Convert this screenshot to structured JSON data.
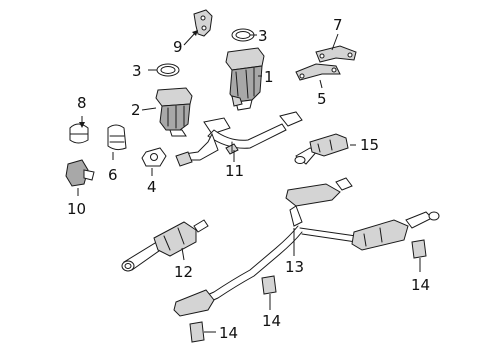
{
  "callouts": [
    {
      "key": "c1",
      "text": "1"
    },
    {
      "key": "c2",
      "text": "2"
    },
    {
      "key": "c3a",
      "text": "3"
    },
    {
      "key": "c3b",
      "text": "3"
    },
    {
      "key": "c4",
      "text": "4"
    },
    {
      "key": "c5",
      "text": "5"
    },
    {
      "key": "c6",
      "text": "6"
    },
    {
      "key": "c7",
      "text": "7"
    },
    {
      "key": "c8",
      "text": "8"
    },
    {
      "key": "c9",
      "text": "9"
    },
    {
      "key": "c10",
      "text": "10"
    },
    {
      "key": "c11",
      "text": "11"
    },
    {
      "key": "c12",
      "text": "12"
    },
    {
      "key": "c13",
      "text": "13"
    },
    {
      "key": "c14a",
      "text": "14"
    },
    {
      "key": "c14b",
      "text": "14"
    },
    {
      "key": "c14c",
      "text": "14"
    },
    {
      "key": "c15",
      "text": "15"
    }
  ]
}
